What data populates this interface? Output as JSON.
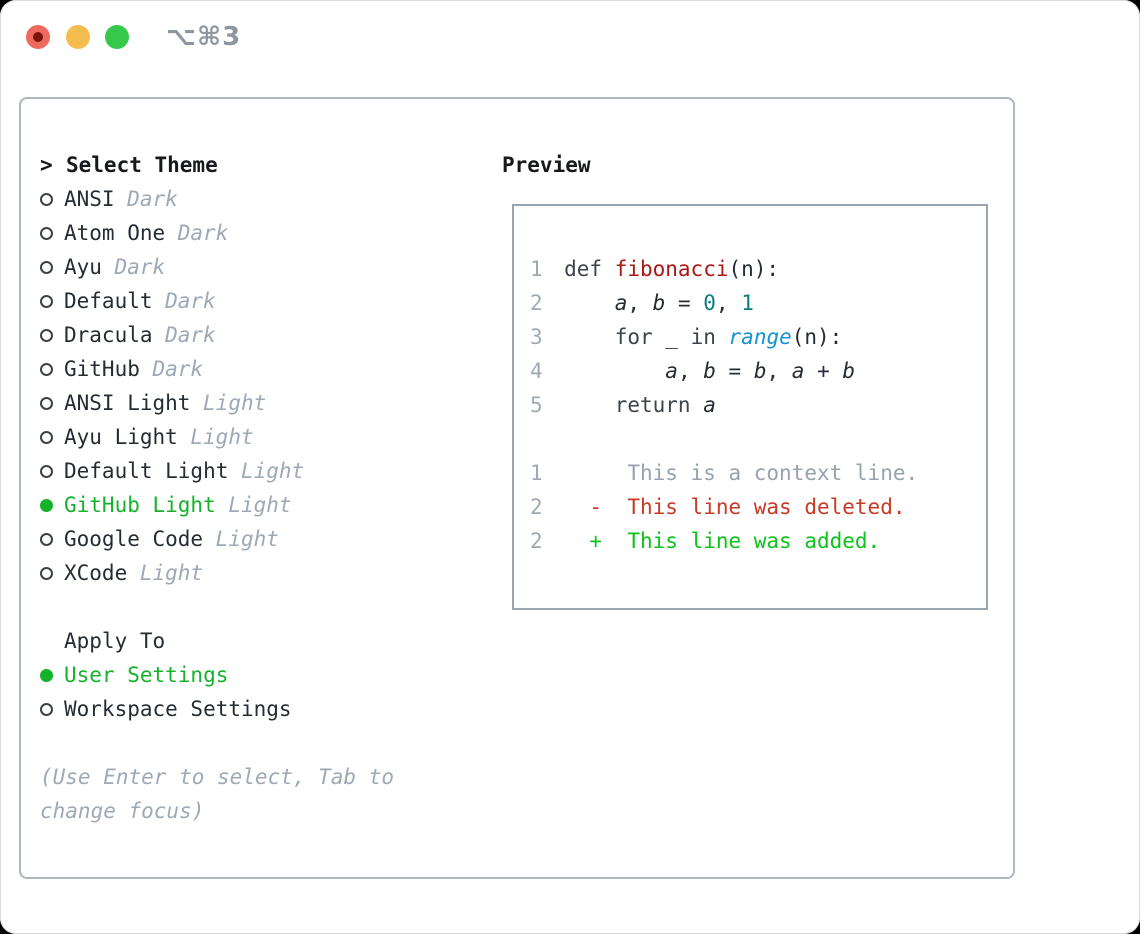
{
  "window": {
    "title": "⌥⌘3",
    "traffic_lights": {
      "close_color": "#ee6a5f",
      "close_dot_color": "#7c130b",
      "minimize_color": "#f5bd4f",
      "zoom_color": "#35c84b"
    }
  },
  "theme_section": {
    "heading_prefix": ">",
    "heading": "Select Theme",
    "items": [
      {
        "name": "ANSI",
        "mode": "Dark",
        "selected": false
      },
      {
        "name": "Atom One",
        "mode": "Dark",
        "selected": false
      },
      {
        "name": "Ayu",
        "mode": "Dark",
        "selected": false
      },
      {
        "name": "Default",
        "mode": "Dark",
        "selected": false
      },
      {
        "name": "Dracula",
        "mode": "Dark",
        "selected": false
      },
      {
        "name": "GitHub",
        "mode": "Dark",
        "selected": false
      },
      {
        "name": "ANSI Light",
        "mode": "Light",
        "selected": false
      },
      {
        "name": "Ayu Light",
        "mode": "Light",
        "selected": false
      },
      {
        "name": "Default Light",
        "mode": "Light",
        "selected": false
      },
      {
        "name": "GitHub Light",
        "mode": "Light",
        "selected": true
      },
      {
        "name": "Google Code",
        "mode": "Light",
        "selected": false
      },
      {
        "name": "XCode",
        "mode": "Light",
        "selected": false
      }
    ]
  },
  "apply_section": {
    "heading": "Apply To",
    "options": [
      {
        "label": "User Settings",
        "selected": true
      },
      {
        "label": "Workspace Settings",
        "selected": false
      }
    ]
  },
  "hint": "(Use Enter to select, Tab to change focus)",
  "preview": {
    "heading": "Preview",
    "lines": [
      {
        "num": "1",
        "tokens": [
          [
            "def ",
            "kw"
          ],
          [
            "fibonacci",
            "fn"
          ],
          [
            "(n):",
            "pl"
          ]
        ]
      },
      {
        "num": "2",
        "tokens": [
          [
            "    ",
            "pl"
          ],
          [
            "a",
            "var"
          ],
          [
            ", ",
            "pl"
          ],
          [
            "b",
            "var"
          ],
          [
            " = ",
            "pl"
          ],
          [
            "0",
            "num"
          ],
          [
            ", ",
            "pl"
          ],
          [
            "1",
            "num"
          ]
        ]
      },
      {
        "num": "3",
        "tokens": [
          [
            "    ",
            "pl"
          ],
          [
            "for",
            "kw"
          ],
          [
            " _ ",
            "pl"
          ],
          [
            "in",
            "kw"
          ],
          [
            " ",
            "pl"
          ],
          [
            "range",
            "bi"
          ],
          [
            "(n):",
            "pl"
          ]
        ]
      },
      {
        "num": "4",
        "tokens": [
          [
            "        ",
            "pl"
          ],
          [
            "a",
            "var"
          ],
          [
            ", ",
            "pl"
          ],
          [
            "b",
            "var"
          ],
          [
            " = ",
            "pl"
          ],
          [
            "b",
            "var"
          ],
          [
            ", ",
            "pl"
          ],
          [
            "a",
            "var"
          ],
          [
            " + ",
            "pl"
          ],
          [
            "b",
            "var"
          ]
        ]
      },
      {
        "num": "5",
        "tokens": [
          [
            "    ",
            "pl"
          ],
          [
            "return ",
            "kw"
          ],
          [
            "a",
            "var"
          ]
        ]
      },
      {
        "num": "",
        "tokens": []
      },
      {
        "num": "1",
        "tokens": [
          [
            "     This is a context line.",
            "ctx"
          ]
        ]
      },
      {
        "num": "2",
        "tokens": [
          [
            "  -  This line was deleted.",
            "del"
          ]
        ]
      },
      {
        "num": "2",
        "tokens": [
          [
            "  +  This line was added.",
            "add"
          ]
        ]
      }
    ]
  },
  "colors": {
    "selected_green": "#16b22c",
    "added_green": "#0cc31a",
    "deleted_red": "#c63a26",
    "function_red": "#ab1713",
    "builtin_blue": "#1492d4",
    "number_teal": "#0a7e80",
    "muted_gray": "#9fa9b5",
    "text_dark": "#262c33",
    "panel_border": "#aeb6bf",
    "preview_border": "#9ba5b0"
  }
}
